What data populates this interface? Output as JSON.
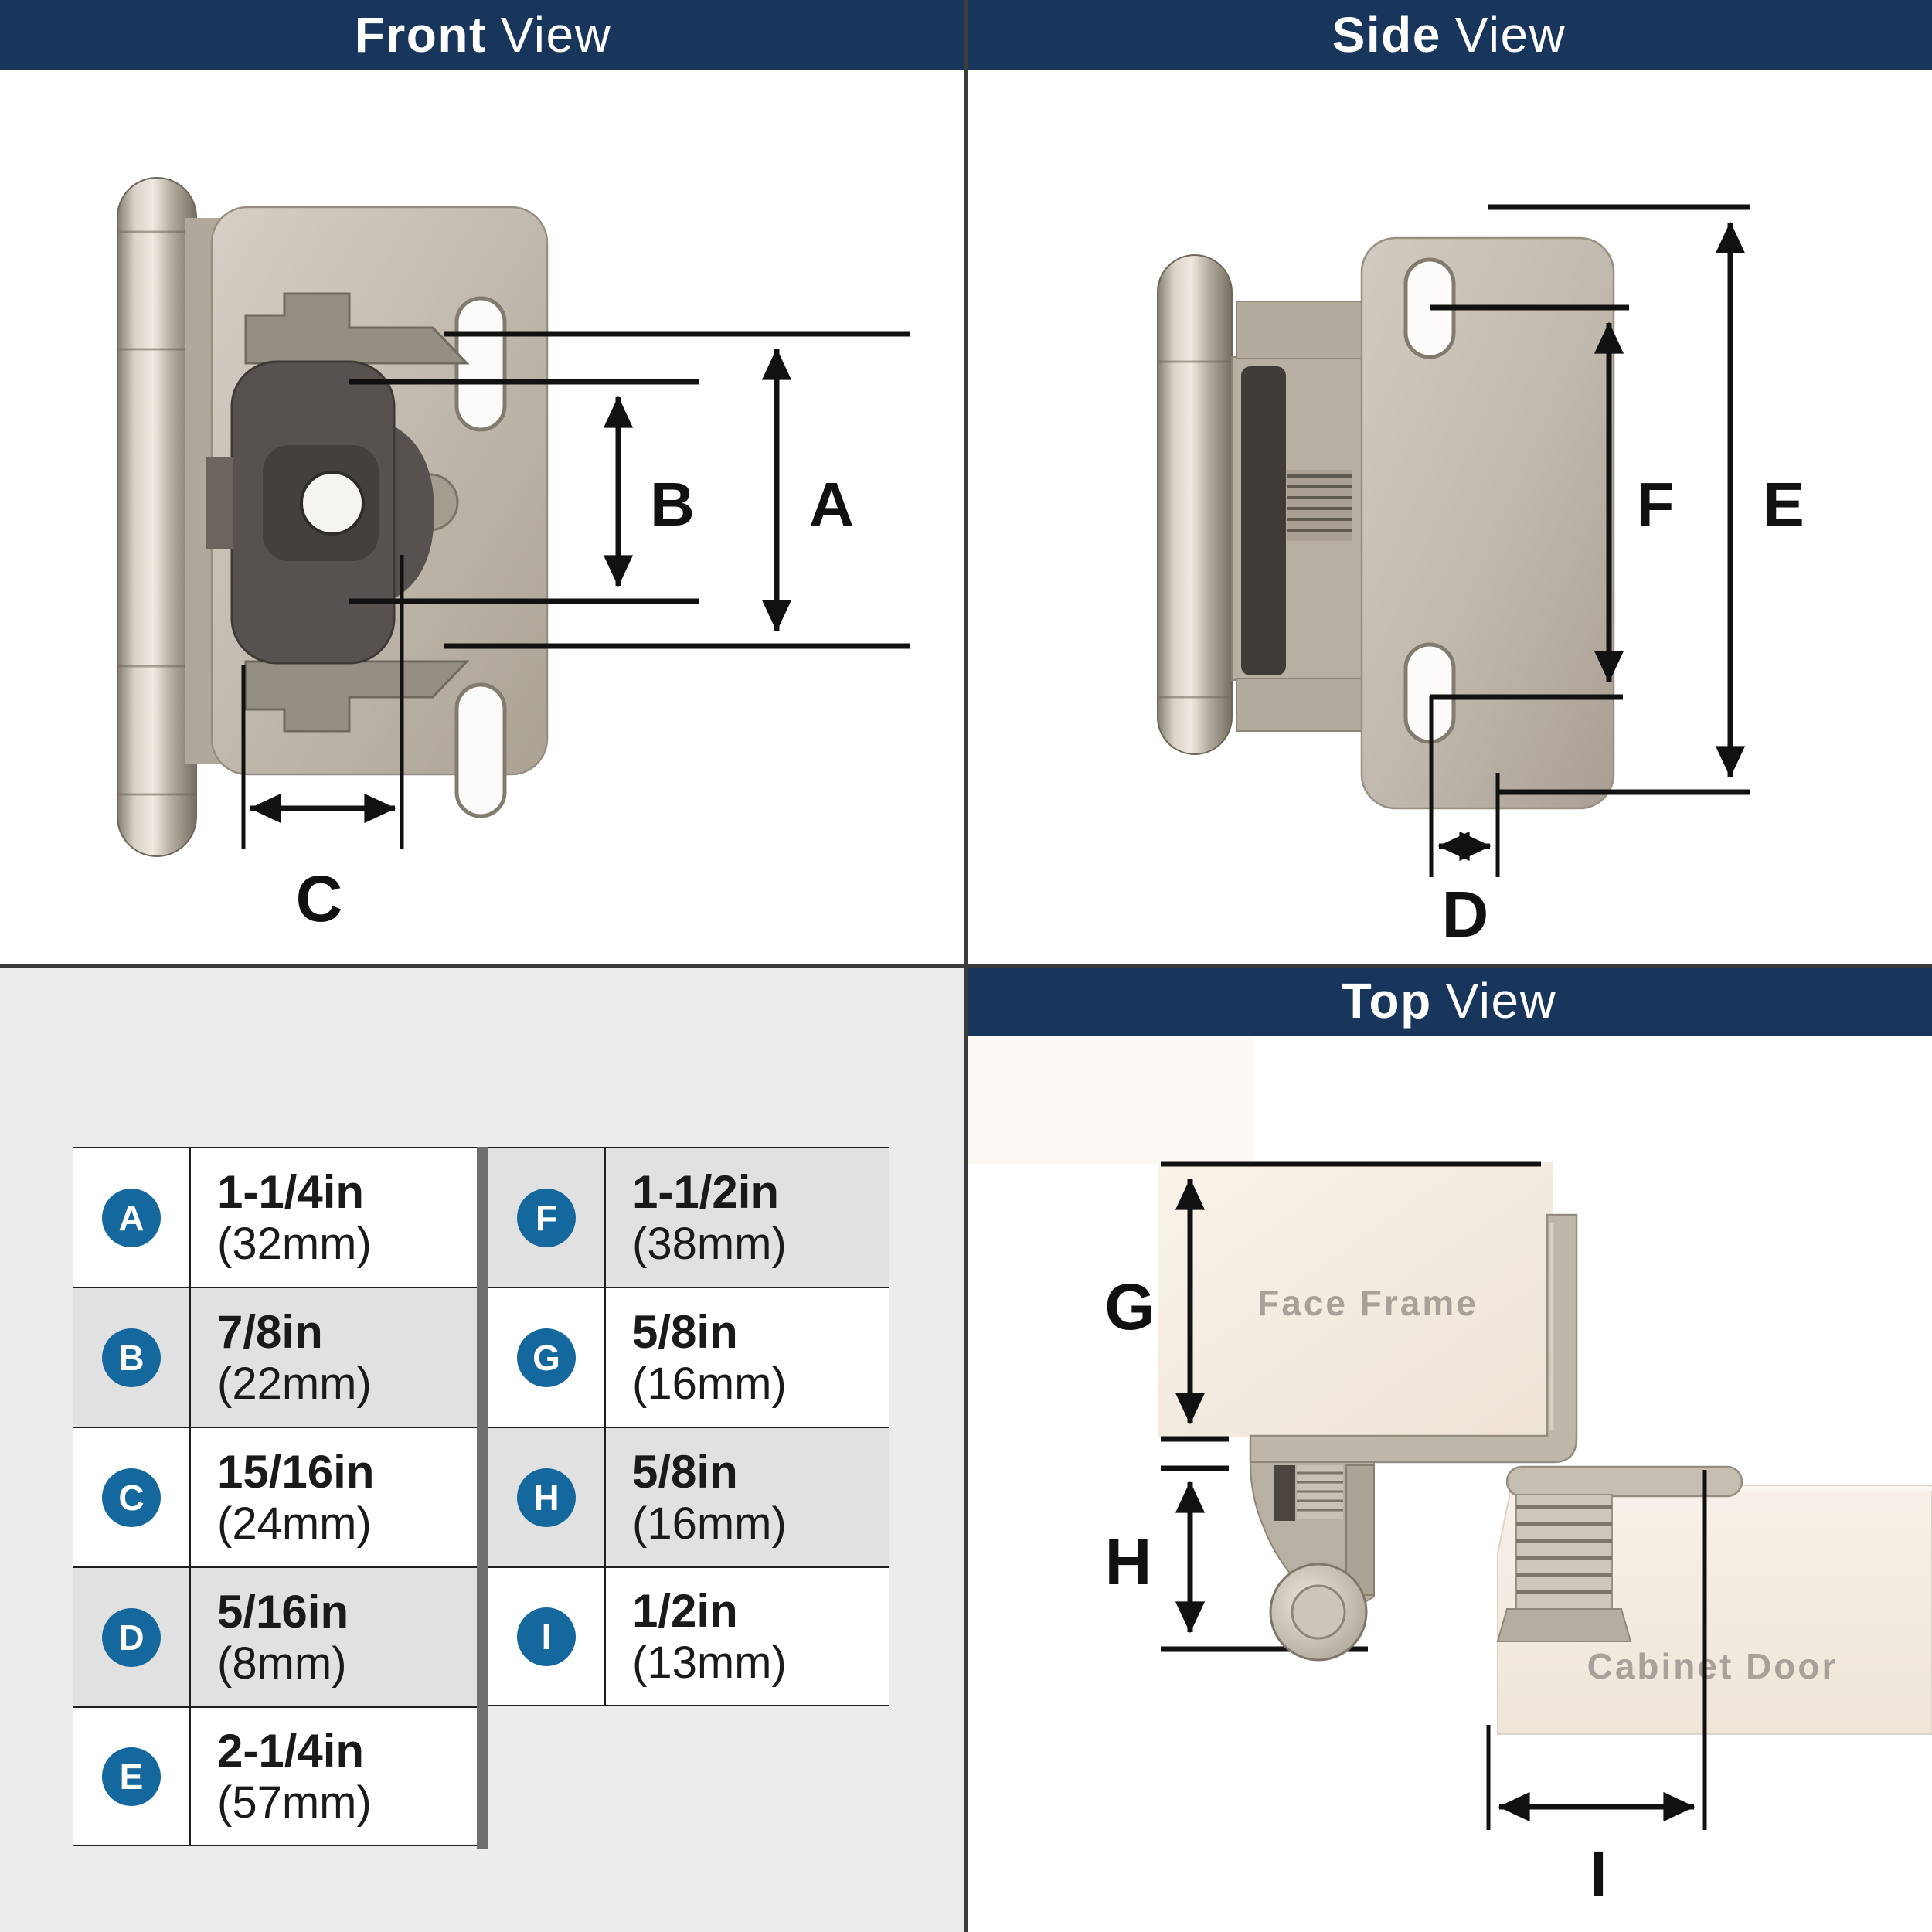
{
  "page": {
    "background": "#ffffff"
  },
  "colors": {
    "header_navy": "#18355c",
    "badge_blue": "#15689e",
    "dimension_line": "#111111",
    "quadrant_divider": "#3c3c3c",
    "table_quadrant_bg": "#ececec",
    "row_shaded": "#e1e1e1",
    "row_white": "#ffffff",
    "table_border": "#1f1f1f",
    "column_group_divider": "#6f6f6f",
    "metal_light": "#efeae1",
    "metal_mid": "#bcb4a7",
    "metal_dark": "#766e62",
    "cam_dark": "#565150",
    "cream_panel": "#f5ece2",
    "panel_label_gray": "#a8a19a",
    "table_text": "#1a1a1a"
  },
  "views": {
    "front": {
      "title_bold": "Front",
      "title_regular": "View",
      "labels": {
        "a": "A",
        "b": "B",
        "c": "C"
      }
    },
    "side": {
      "title_bold": "Side",
      "title_regular": "View",
      "labels": {
        "d": "D",
        "e": "E",
        "f": "F"
      }
    },
    "top": {
      "title_bold": "Top",
      "title_regular": "View",
      "labels": {
        "g": "G",
        "h": "H",
        "i": "I"
      },
      "annotations": {
        "face_frame": "Face Frame",
        "cabinet_door": "Cabinet Door"
      }
    }
  },
  "table": {
    "left_rows": [
      {
        "key": "A",
        "inches": "1-1/4in",
        "mm": "(32mm)"
      },
      {
        "key": "B",
        "inches": "7/8in",
        "mm": "(22mm)"
      },
      {
        "key": "C",
        "inches": "15/16in",
        "mm": "(24mm)"
      },
      {
        "key": "D",
        "inches": "5/16in",
        "mm": "(8mm)"
      },
      {
        "key": "E",
        "inches": "2-1/4in",
        "mm": "(57mm)"
      }
    ],
    "right_rows": [
      {
        "key": "F",
        "inches": "1-1/2in",
        "mm": "(38mm)"
      },
      {
        "key": "G",
        "inches": "5/8in",
        "mm": "(16mm)"
      },
      {
        "key": "H",
        "inches": "5/8in",
        "mm": "(16mm)"
      },
      {
        "key": "I",
        "inches": "1/2in",
        "mm": "(13mm)"
      }
    ]
  }
}
